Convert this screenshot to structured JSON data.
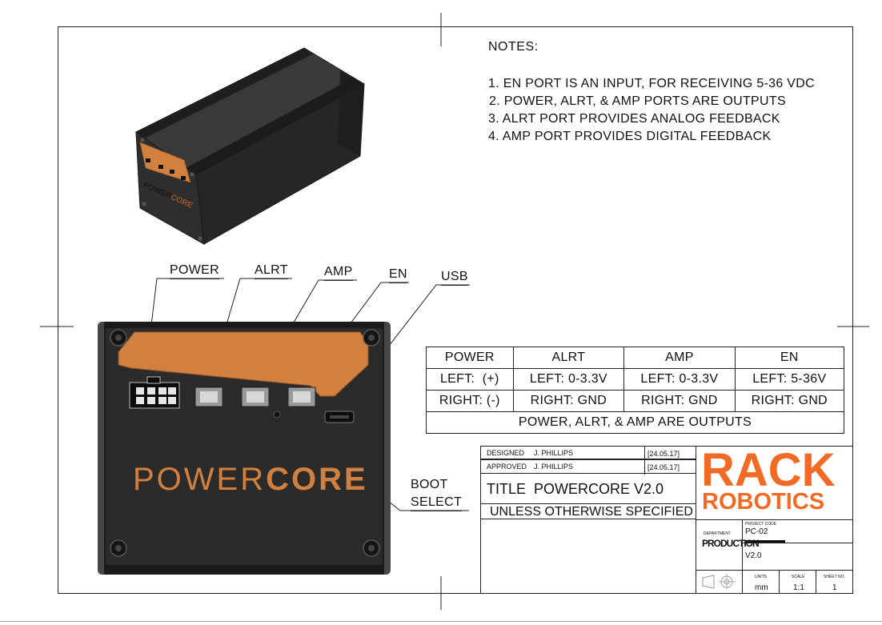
{
  "notes": {
    "title": "NOTES:",
    "items": [
      "1. EN PORT IS AN INPUT, FOR RECEIVING 5-36 VDC",
      "2. POWER, ALRT, & AMP PORTS ARE OUTPUTS",
      "3. ALRT PORT PROVIDES ANALOG FEEDBACK",
      "4. AMP PORT PROVIDES DIGITAL FEEDBACK"
    ]
  },
  "callouts": {
    "power": "POWER",
    "alrt": "ALRT",
    "amp": "AMP",
    "en": "EN",
    "usb": "USB",
    "boot_line1": "BOOT",
    "boot_line2": "SELECT"
  },
  "device": {
    "brand_light": "POWER",
    "brand_bold": "CORE",
    "iso_brand_light": "POWER",
    "iso_brand_bold": "CORE"
  },
  "port_table": {
    "headers": [
      "POWER",
      "ALRT",
      "AMP",
      "EN"
    ],
    "rows": [
      [
        "LEFT:  (+)",
        "LEFT: 0-3.3V",
        "LEFT: 0-3.3V",
        "LEFT: 5-36V"
      ],
      [
        "RIGHT: (-)",
        "RIGHT: GND",
        "RIGHT: GND",
        "RIGHT: GND"
      ]
    ],
    "footer": "POWER, ALRT, & AMP ARE OUTPUTS"
  },
  "title_block": {
    "designed_label": "DESIGNED",
    "designed_by": "J. PHILLIPS",
    "designed_date": "[24.05.17]",
    "approved_label": "APPROVED",
    "approved_by": "J. PHILLIPS",
    "approved_date": "[24.05.17]",
    "title": "TITLE  POWERCORE V2.0",
    "unless": "UNLESS OTHERWISE SPECIFIED",
    "company_line1": "RACK",
    "company_line2": "ROBOTICS",
    "department_label": "DEPARTMENT",
    "department": "PRODUCTION",
    "project_code_label": "PROJECT CODE",
    "project_code": "PC-02",
    "version": "V2.0",
    "units_label": "UNITS",
    "units": "mm",
    "scale_label": "SCALE",
    "scale": "1:1",
    "sheet_label": "SHEET NO.",
    "sheet": "1"
  },
  "colors": {
    "accent": "#f26a24",
    "device_body": "#2b2b2b",
    "device_dark": "#1d1d1d",
    "device_plate": "#d2803f"
  }
}
